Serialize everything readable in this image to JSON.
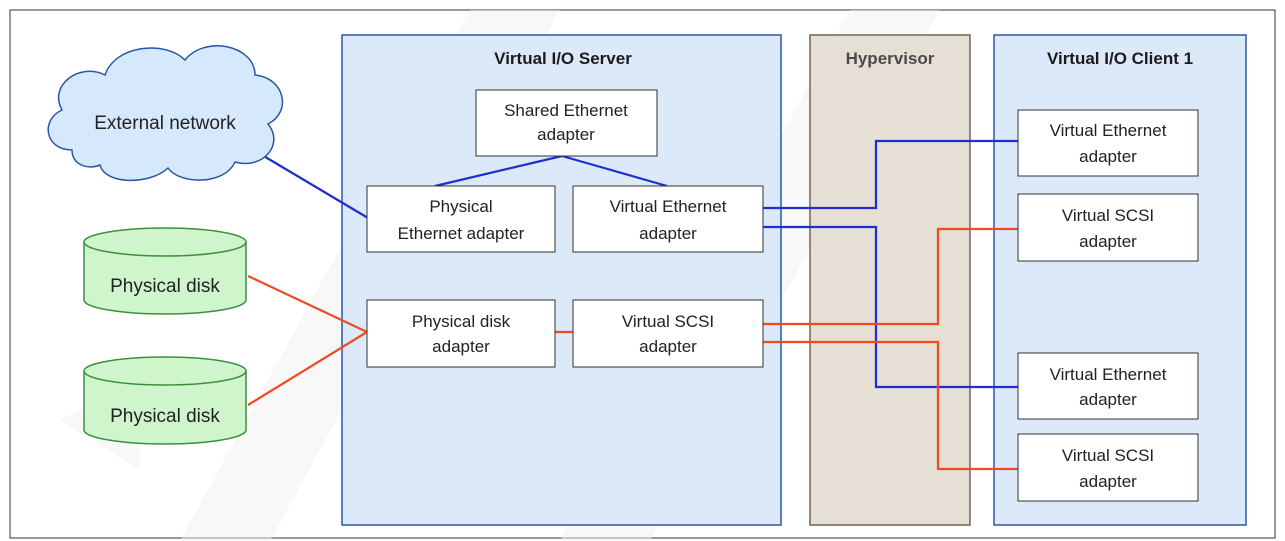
{
  "colors": {
    "panel_fill": "#dce9f8",
    "panel_stroke": "#2a56a6",
    "hypervisor_fill": "#e5dfd5",
    "hypervisor_stroke": "#6e6656",
    "box_fill": "#ffffff",
    "box_stroke": "#333333",
    "network_line": "#1f2fcf",
    "storage_line": "#f04a22",
    "cloud_fill": "#d6e8fb",
    "cloud_stroke": "#2a56a6",
    "disk_fill": "#cff5cd",
    "disk_stroke": "#3c8f3c",
    "watermark": "#f2f2f2"
  },
  "panels": {
    "vio_server": {
      "title": "Virtual I/O Server"
    },
    "hypervisor": {
      "title": "Hypervisor"
    },
    "vio_client": {
      "title": "Virtual I/O Client 1"
    }
  },
  "external": {
    "network": {
      "label": "External network",
      "icon": "cloud-icon"
    },
    "disk_1": {
      "label": "Physical disk",
      "icon": "disk-icon"
    },
    "disk_2": {
      "label": "Physical disk",
      "icon": "disk-icon"
    }
  },
  "server_boxes": {
    "sea": {
      "line1": "Shared Ethernet",
      "line2": "adapter"
    },
    "phys_eth": {
      "line1": "Physical",
      "line2": "Ethernet adapter"
    },
    "virt_eth": {
      "line1": "Virtual Ethernet",
      "line2": "adapter"
    },
    "phys_disk": {
      "line1": "Physical disk",
      "line2": "adapter"
    },
    "virt_scsi": {
      "line1": "Virtual SCSI",
      "line2": "adapter"
    }
  },
  "client_boxes": {
    "virt_eth_1": {
      "line1": "Virtual Ethernet",
      "line2": "adapter"
    },
    "virt_scsi_1": {
      "line1": "Virtual SCSI",
      "line2": "adapter"
    },
    "virt_eth_2": {
      "line1": "Virtual Ethernet",
      "line2": "adapter"
    },
    "virt_scsi_2": {
      "line1": "Virtual SCSI",
      "line2": "adapter"
    }
  }
}
